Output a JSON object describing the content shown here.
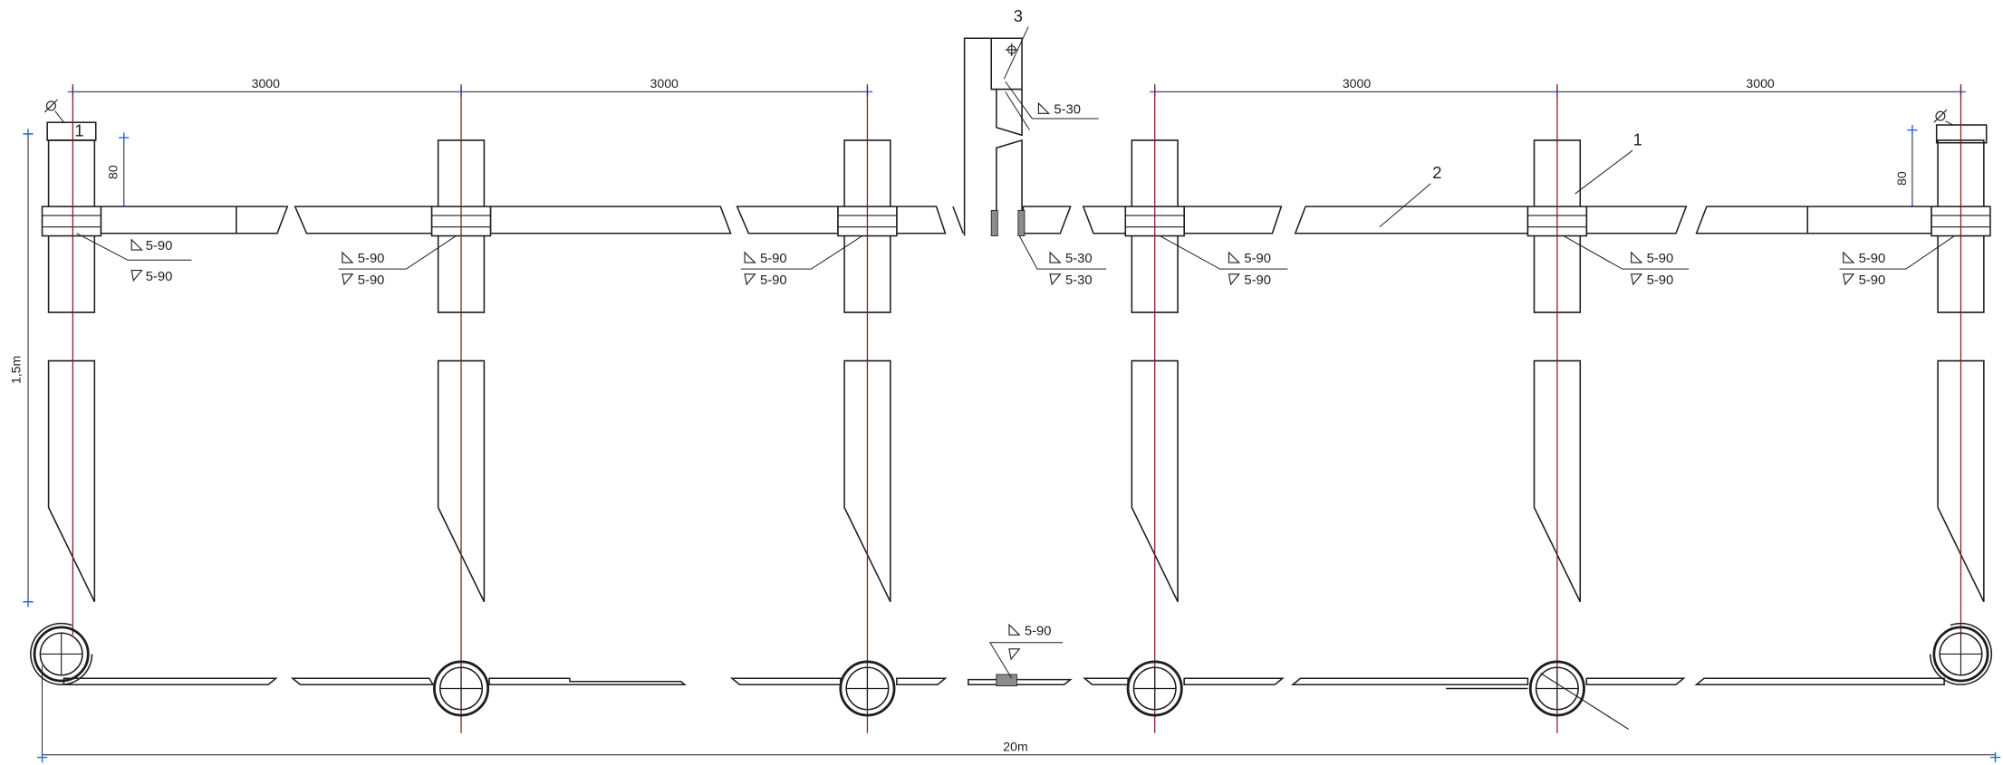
{
  "colors": {
    "background": "#ffffff",
    "line": "#1e1e1e",
    "axis_line": "#7a2323",
    "dimension_mark": "#2e63d4",
    "plate_fill": "#8c8c8c"
  },
  "dimensions": {
    "spans": [
      "3000",
      "3000",
      "3000",
      "3000"
    ],
    "post_height": "1,5m",
    "cap_height_left": "80",
    "cap_height_right": "80",
    "total_length": "20m"
  },
  "callouts": {
    "end_post_cap": "1",
    "post": "1",
    "beam": "2",
    "joint_plate": "3"
  },
  "welds": [
    {
      "top": "5-90",
      "bottom": "5-90"
    },
    {
      "top": "5-90",
      "bottom": "5-90"
    },
    {
      "top": "5-90",
      "bottom": "5-90"
    },
    {
      "top": "5-30",
      "bottom": "5-30"
    },
    {
      "top": "5-90",
      "bottom": "5-90"
    },
    {
      "top": "5-90",
      "bottom": "5-90"
    },
    {
      "top": "5-90",
      "bottom": "5-90"
    }
  ],
  "joint_plate_weld": "5-30",
  "plan_weld": "5-90",
  "icons": {
    "weld": "fillet-weld-icon",
    "diameter": "diameter-icon",
    "center_mark": "crosshair-icon"
  }
}
